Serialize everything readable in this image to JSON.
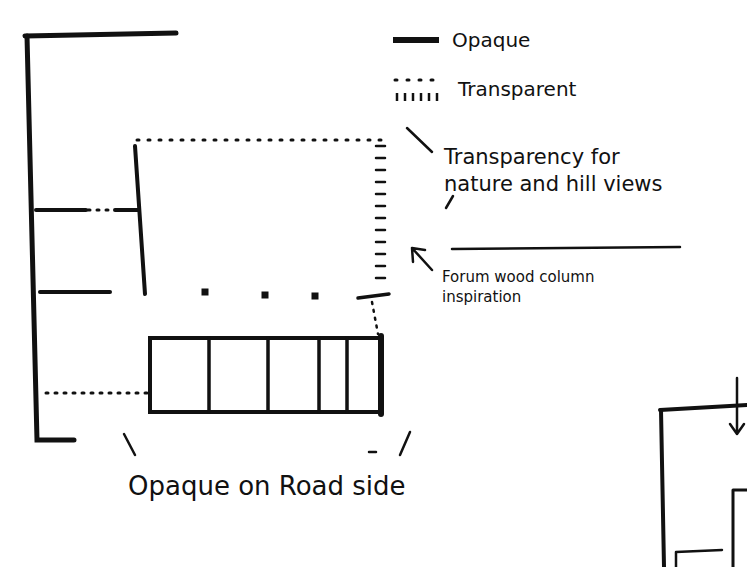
{
  "diagram": {
    "labels": [
      "Transparency for nature and hill views",
      "Forum wood column inspiration",
      "Opaque on Road side"
    ],
    "legend": [
      {
        "text": "Opaque"
      },
      {
        "text": "Transparent"
      }
    ]
  }
}
